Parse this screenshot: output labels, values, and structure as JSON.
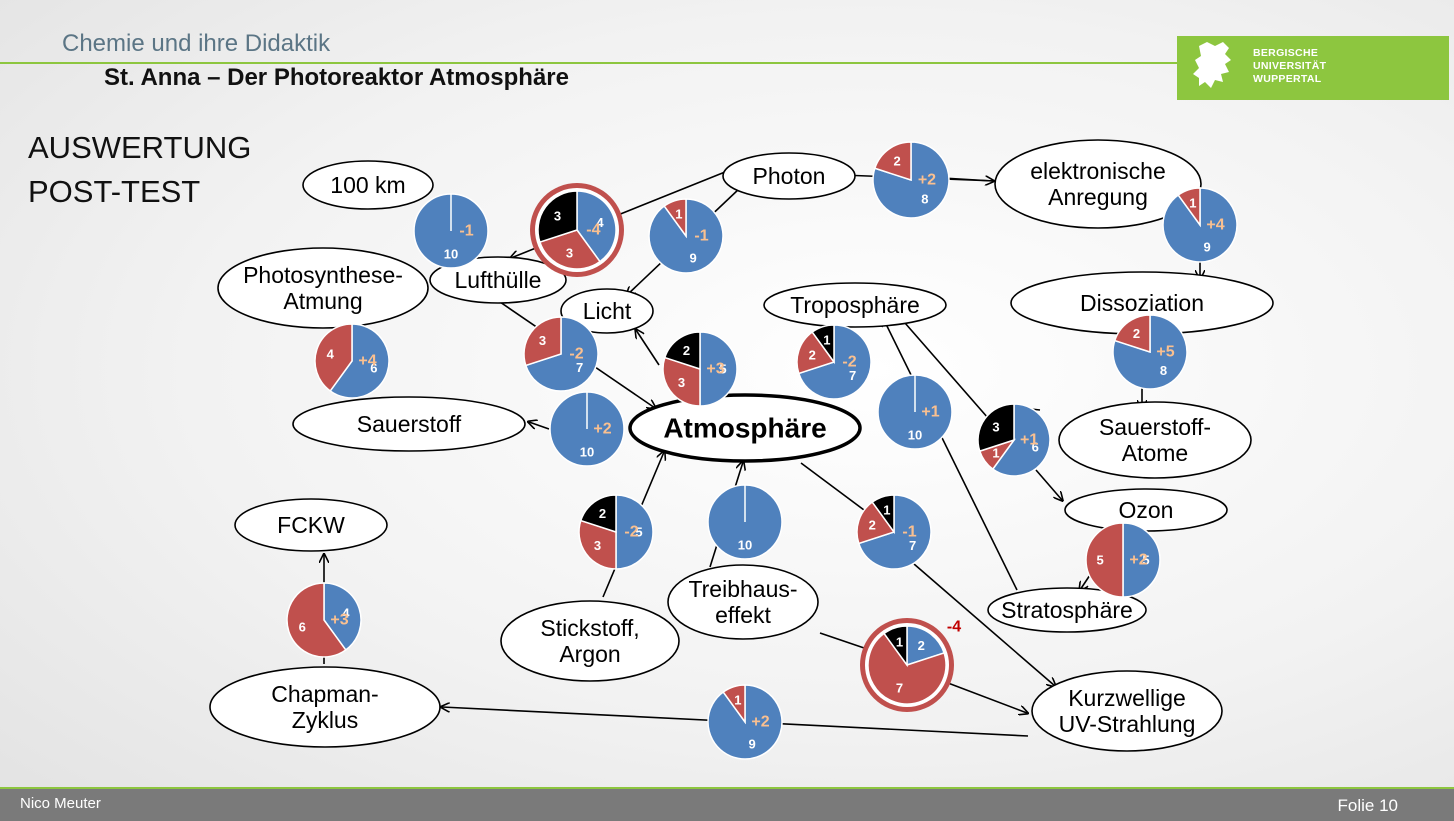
{
  "header": {
    "course": "Chemie und ihre Didaktik",
    "title": "St. Anna – Der Photoreaktor Atmosphäre"
  },
  "logo": {
    "line1": "BERGISCHE",
    "line2": "UNIVERSITÄT",
    "line3": "WUPPERTAL"
  },
  "heading": {
    "line1": "AUSWERTUNG",
    "line2": "POST-TEST"
  },
  "footer": {
    "author": "Nico Meuter",
    "slide": "Folie 10"
  },
  "colors": {
    "blue": "#4f81bd",
    "red": "#c0504d",
    "black": "#000000",
    "delta": "#fac090",
    "alert": "#c00000",
    "accent": "#8dc63f"
  },
  "nodes": [
    {
      "id": "km100",
      "lines": [
        "100 km"
      ]
    },
    {
      "id": "photon",
      "lines": [
        "Photon"
      ]
    },
    {
      "id": "anregung",
      "lines": [
        "elektronische",
        "Anregung"
      ]
    },
    {
      "id": "photosynthese",
      "lines": [
        "Photosynthese-",
        "Atmung"
      ]
    },
    {
      "id": "lufthuelle",
      "lines": [
        "Lufthülle"
      ]
    },
    {
      "id": "licht",
      "lines": [
        "Licht"
      ]
    },
    {
      "id": "troposphaere",
      "lines": [
        "Troposphäre"
      ]
    },
    {
      "id": "dissoziation",
      "lines": [
        "Dissoziation"
      ]
    },
    {
      "id": "sauerstoff",
      "lines": [
        "Sauerstoff"
      ]
    },
    {
      "id": "atmosphaere",
      "lines": [
        "Atmosphäre"
      ]
    },
    {
      "id": "sauerstoffatome",
      "lines": [
        "Sauerstoff-",
        "Atome"
      ]
    },
    {
      "id": "ozon",
      "lines": [
        "Ozon"
      ]
    },
    {
      "id": "fckw",
      "lines": [
        "FCKW"
      ]
    },
    {
      "id": "stratosphaere",
      "lines": [
        "Stratosphäre"
      ]
    },
    {
      "id": "stickstoff",
      "lines": [
        "Stickstoff,",
        "Argon"
      ]
    },
    {
      "id": "treibhaus",
      "lines": [
        "Treibhaus-",
        "effekt"
      ]
    },
    {
      "id": "chapman",
      "lines": [
        "Chapman-",
        "Zyklus"
      ]
    },
    {
      "id": "uv",
      "lines": [
        "Kurzwellige",
        "UV-Strahlung"
      ]
    }
  ],
  "chart_data": {
    "type": "pie",
    "pies": [
      {
        "id": "p1",
        "blue": 10,
        "red": 0,
        "black": 0,
        "delta": "-1",
        "highlight": false
      },
      {
        "id": "p2",
        "blue": 4,
        "red": 3,
        "black": 3,
        "delta": "-4",
        "highlight": true
      },
      {
        "id": "p3",
        "blue": 9,
        "red": 1,
        "black": 0,
        "delta": "-1",
        "highlight": false
      },
      {
        "id": "p4",
        "blue": 8,
        "red": 2,
        "black": 0,
        "delta": "+2",
        "highlight": false
      },
      {
        "id": "p5",
        "blue": 9,
        "red": 1,
        "black": 0,
        "delta": "+4",
        "highlight": false
      },
      {
        "id": "p6",
        "blue": 6,
        "red": 4,
        "black": 0,
        "delta": "+4",
        "highlight": false
      },
      {
        "id": "p7",
        "blue": 7,
        "red": 3,
        "black": 0,
        "delta": "-2",
        "highlight": false
      },
      {
        "id": "p8",
        "blue": 5,
        "red": 3,
        "black": 2,
        "delta": "+3",
        "highlight": false
      },
      {
        "id": "p9",
        "blue": 7,
        "red": 2,
        "black": 1,
        "delta": "-2",
        "highlight": false
      },
      {
        "id": "p10",
        "blue": 8,
        "red": 2,
        "black": 0,
        "delta": "+5",
        "highlight": false
      },
      {
        "id": "p11",
        "blue": 10,
        "red": 0,
        "black": 0,
        "delta": "+2",
        "highlight": false
      },
      {
        "id": "p12",
        "blue": 10,
        "red": 0,
        "black": 0,
        "delta": "+1",
        "highlight": false
      },
      {
        "id": "p13",
        "blue": 6,
        "red": 1,
        "black": 3,
        "delta": "+1",
        "highlight": false
      },
      {
        "id": "p14",
        "blue": 5,
        "red": 3,
        "black": 2,
        "delta": "-2",
        "highlight": false
      },
      {
        "id": "p15",
        "blue": 10,
        "red": 0,
        "black": 0,
        "delta": "",
        "highlight": false
      },
      {
        "id": "p16",
        "blue": 7,
        "red": 2,
        "black": 1,
        "delta": "-1",
        "highlight": false
      },
      {
        "id": "p17",
        "blue": 5,
        "red": 5,
        "black": 0,
        "delta": "+2",
        "highlight": false
      },
      {
        "id": "p18",
        "blue": 4,
        "red": 6,
        "black": 0,
        "delta": "+3",
        "highlight": false
      },
      {
        "id": "p19",
        "blue": 2,
        "red": 7,
        "black": 1,
        "delta": "-4",
        "highlight": true
      },
      {
        "id": "p20",
        "blue": 9,
        "red": 1,
        "black": 0,
        "delta": "+2",
        "highlight": false
      }
    ]
  }
}
